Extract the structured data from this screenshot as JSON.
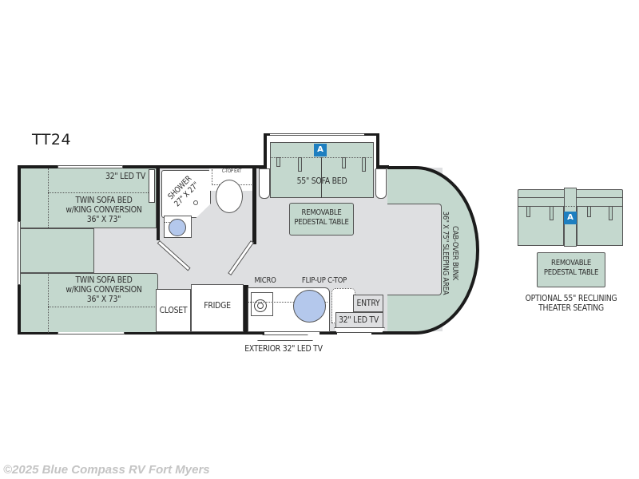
{
  "model": "TT24",
  "labels": {
    "rear_tv": "32\" LED TV",
    "sofa_bed_top": [
      "TWIN SOFA BED",
      "w/KING CONVERSION",
      "36\" X 73\""
    ],
    "sofa_bed_bottom": [
      "TWIN SOFA BED",
      "w/KING CONVERSION",
      "36\" X 73\""
    ],
    "shower": [
      "SHOWER",
      "27\" X 27\""
    ],
    "ctop_ext": "C-TOP EXT",
    "sofa_55": "55\" SOFA BED",
    "pedestal_table": [
      "REMOVABLE",
      "PEDESTAL TABLE"
    ],
    "closet": "CLOSET",
    "fridge": "FRIDGE",
    "micro": "MICRO",
    "flip_up": "FLIP-UP C-TOP",
    "entry": "ENTRY",
    "front_tv": "32\" LED TV",
    "exterior_tv": "EXTERIOR 32\" LED TV",
    "cab_over": [
      "CAB-OVER BUNK",
      "36\" X 75\" SLEEPING AREA"
    ],
    "badge": "A"
  },
  "option": {
    "badge": "A",
    "table": [
      "REMOVABLE",
      "PEDESTAL TABLE"
    ],
    "caption": [
      "OPTIONAL 55\" RECLINING",
      "THEATER SEATING"
    ]
  },
  "colors": {
    "furniture_green": "#c4d8ce",
    "floor_gray": "#dedfe1",
    "wall": "#1c1c1c",
    "badge_blue": "#1e7fc0",
    "sink_blue": "#b4c8ec"
  },
  "watermark": "©2025 Blue Compass RV Fort Myers"
}
